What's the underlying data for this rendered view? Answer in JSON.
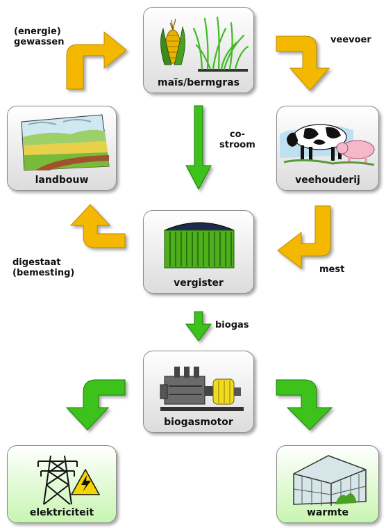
{
  "nodes": {
    "mais": "maïs/bermgras",
    "landbouw": "landbouw",
    "veehouderij": "veehouderij",
    "vergister": "vergister",
    "biogasmotor": "biogasmotor",
    "elektriciteit": "elektriciteit",
    "warmte": "warmte"
  },
  "edges": {
    "energie_line1": "(energie)",
    "energie_line2": "gewassen",
    "veevoer": "veevoer",
    "costroom_line1": "co-",
    "costroom_line2": "stroom",
    "mest": "mest",
    "digestaat_line1": "digestaat",
    "digestaat_line2": "(bemesting)",
    "biogas": "biogas"
  },
  "colors": {
    "yellow_arrow": "#f5b800",
    "green_arrow": "#3cc21c",
    "node_fill": "#dcdcdc",
    "output_node_fill": "#c8f5b0"
  }
}
